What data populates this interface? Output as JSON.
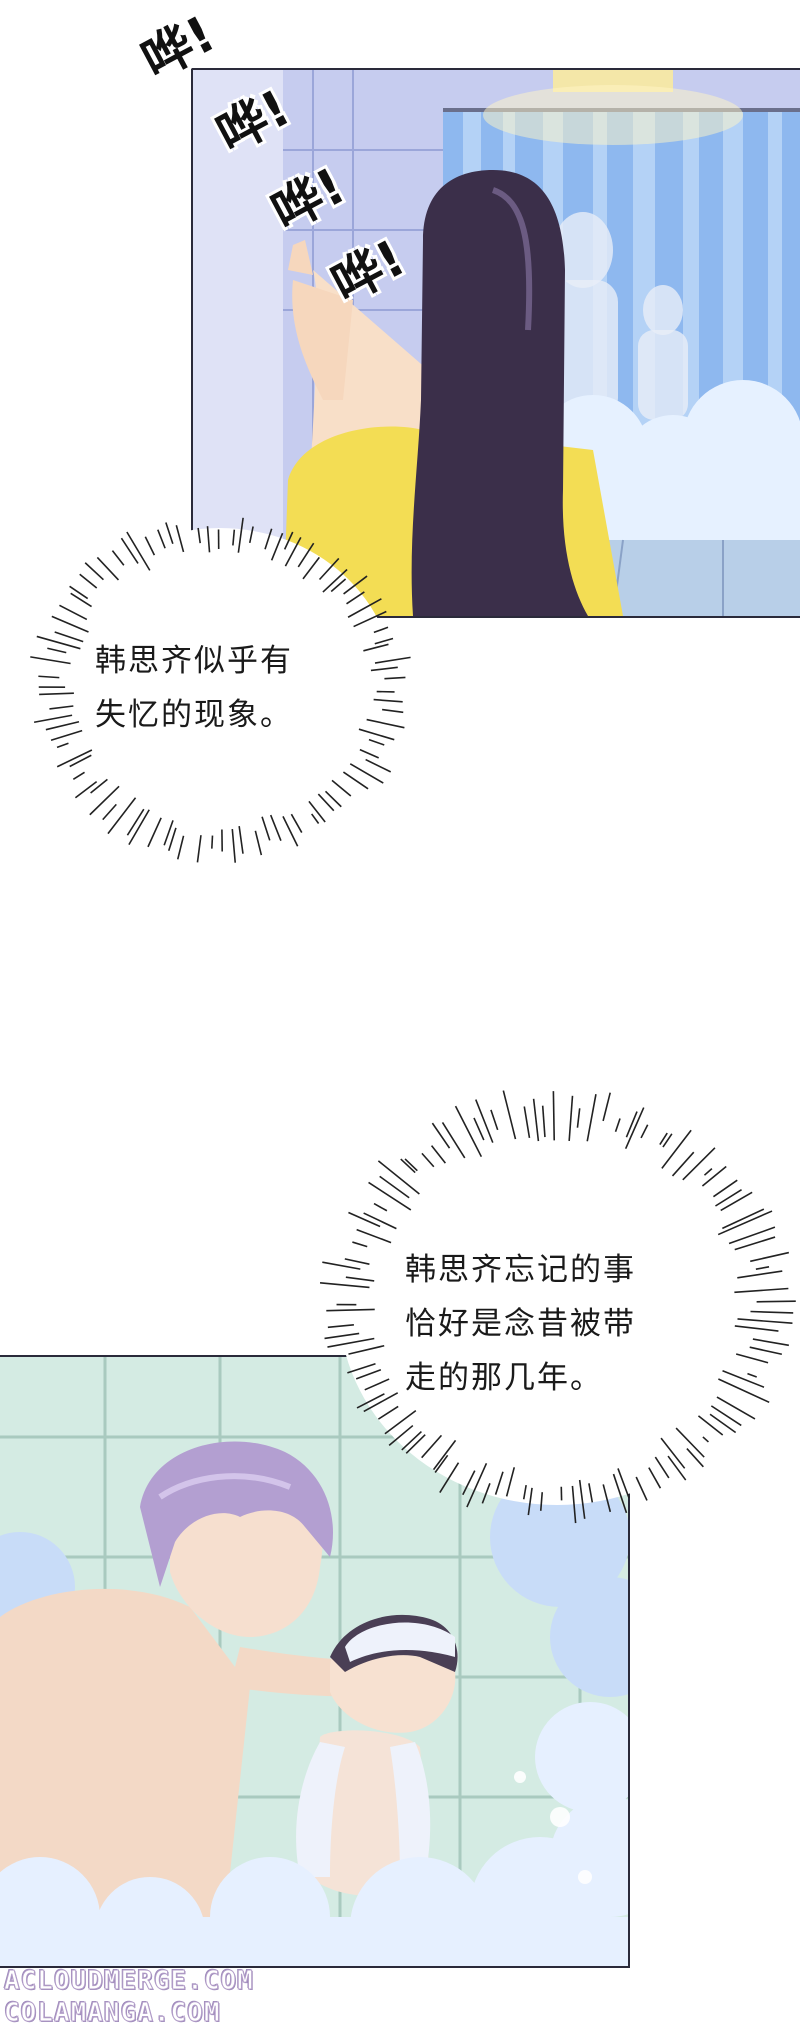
{
  "panel_top": {
    "sfx": [
      "哗!",
      "哗!",
      "哗!",
      "哗!"
    ]
  },
  "narration_1": {
    "lines": [
      "韩思齐似乎有",
      "失忆的现象。"
    ]
  },
  "narration_2": {
    "lines": [
      "韩思齐忘记的事",
      "恰好是念昔被带",
      "走的那几年。"
    ]
  },
  "watermarks": [
    "ACLOUDMERGE.COM",
    "COLAMANGA.COM"
  ]
}
